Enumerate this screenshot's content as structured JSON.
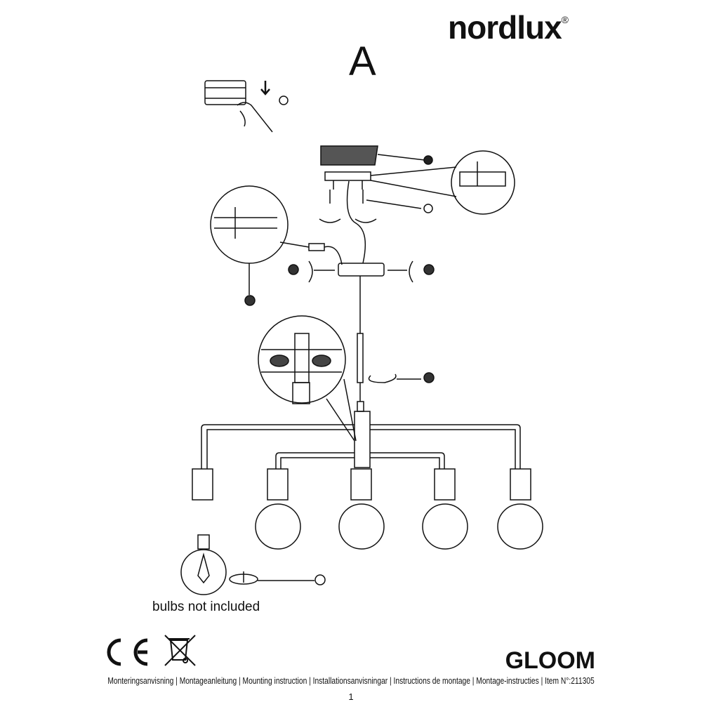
{
  "brand": {
    "name": "nordlux",
    "registered": "®"
  },
  "step_label": "A",
  "note": "bulbs not included",
  "product_name": "GLOOM",
  "footer": {
    "instructions": "Monteringsanvisning | Montageanleitung | Mounting instruction | Installationsanvisningar | Instructions de montage | Montage-instructies | Item N°:211305",
    "page_number": "1"
  },
  "icons": [
    "ce-mark-icon",
    "weee-crossed-bin-icon"
  ]
}
